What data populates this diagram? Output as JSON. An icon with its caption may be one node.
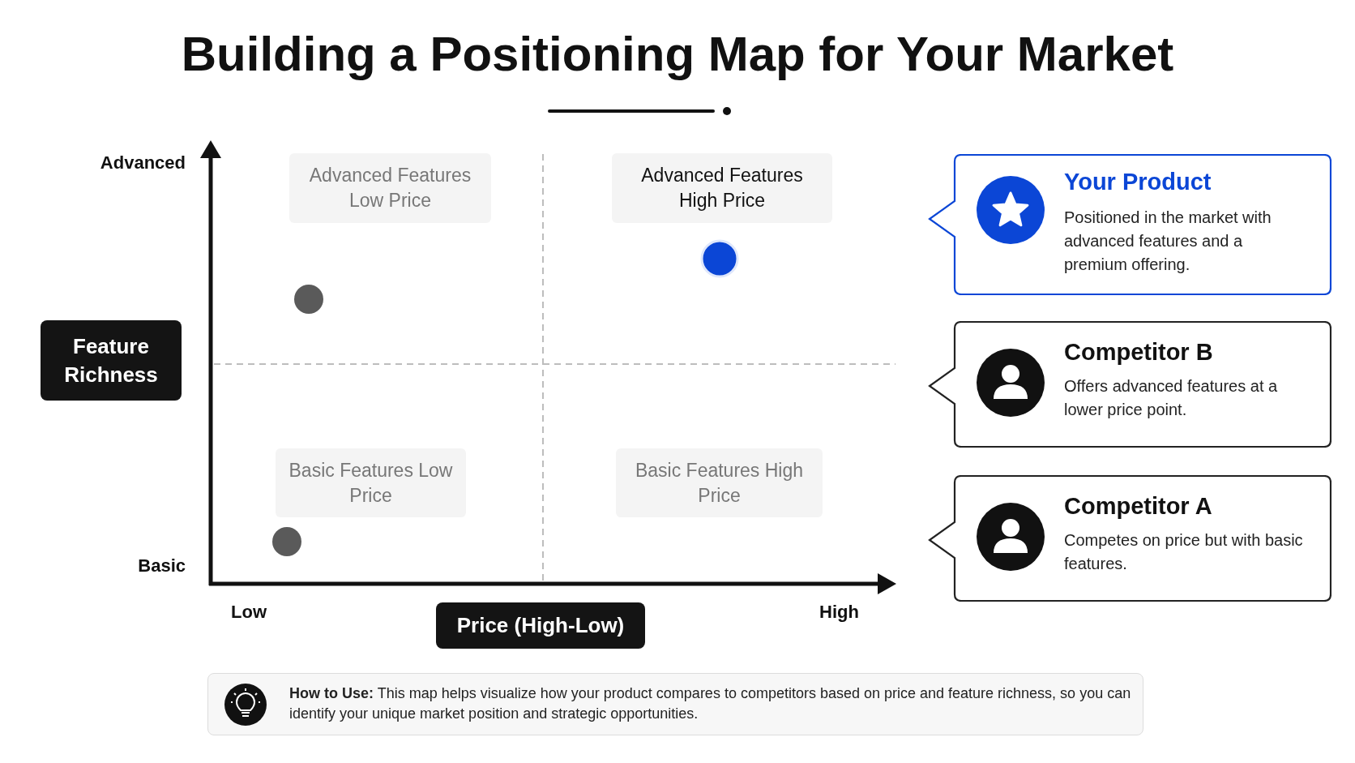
{
  "diagram": {
    "title": "Building a Positioning Map for Your Market",
    "nodes": [
      {
        "text": [
          "Advanced Features Low Price"
        ]
      },
      {
        "text": [
          "Advanced Features High Price"
        ]
      },
      {
        "text": [
          "Your Product",
          "Positioned in the market with advanced features and a premium offering."
        ]
      },
      {
        "text": [
          "Feature Richness"
        ]
      },
      {
        "text": [
          "Competitor B",
          "Offers advanced features at a lower price point."
        ]
      },
      {
        "text": [
          "Basic Features Low Price"
        ]
      },
      {
        "text": [
          "Basic Features High Price"
        ]
      },
      {
        "text": [
          "Competitor A",
          "Competes on price but with basic features."
        ]
      },
      {
        "text": [
          "Price (High-Low)"
        ]
      },
      {
        "text": [
          "**How to Use:** This map helps visualize how your product compares to competitors based on price and feature richness, so you can identify your unique market position and strategic opportunities."
        ]
      }
    ],
    "labels": [
      "Advanced",
      "Basic",
      "Low",
      "High"
    ]
  }
}
